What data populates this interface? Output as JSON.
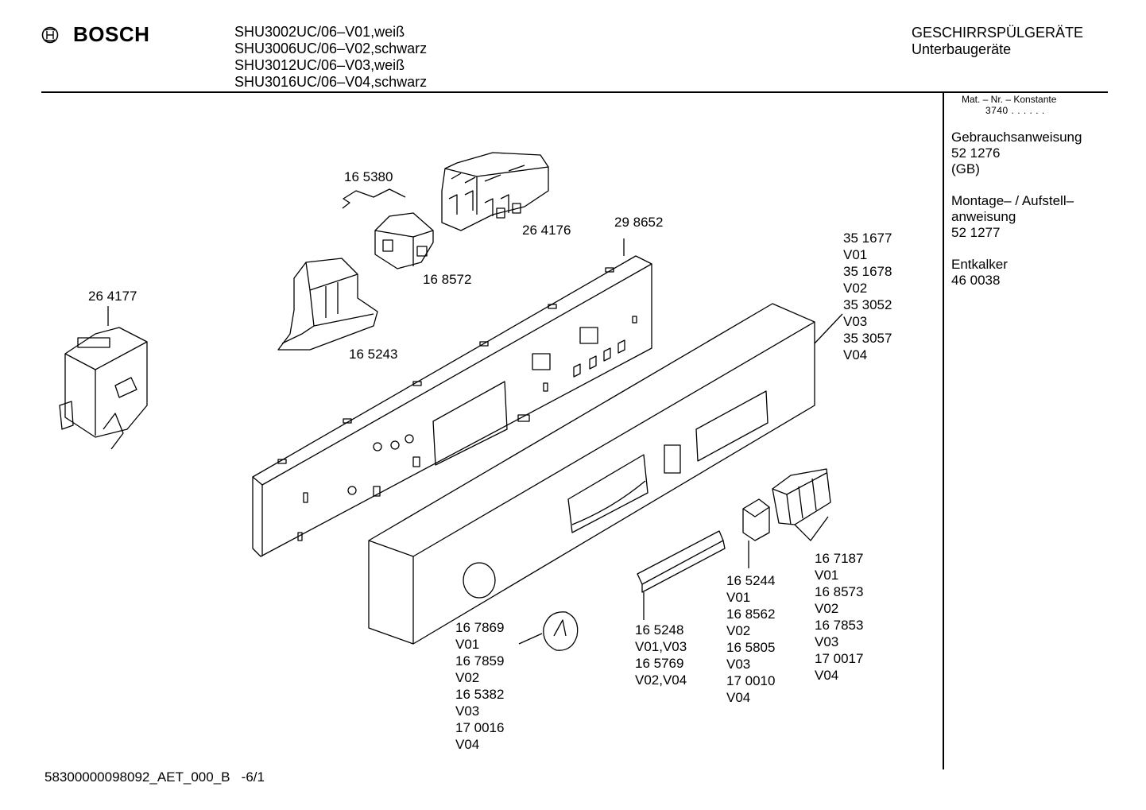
{
  "header": {
    "brand": "BOSCH",
    "models": [
      "SHU3002UC/06–V01,weiß",
      "SHU3006UC/06–V02,schwarz",
      "SHU3012UC/06–V03,weiß",
      "SHU3016UC/06–V04,schwarz"
    ],
    "category": "GESCHIRRSPÜLGERÄTE",
    "subcategory": "Unterbaugeräte"
  },
  "sidebar": {
    "mat_label": "Mat. – Nr. – Konstante",
    "mat_value": "3740 . . . . . .",
    "manual_title": "Gebrauchsanweisung",
    "manual_number": "52 1276",
    "manual_lang": "(GB)",
    "mounting_title_1": "Montage– / Aufstell–",
    "mounting_title_2": "anweisung",
    "mounting_number": "52 1277",
    "descaler_title": "Entkalker",
    "descaler_number": "46 0038"
  },
  "parts": {
    "p165380": "16 5380",
    "p264176": "26 4176",
    "p298652": "29 8652",
    "p168572": "16 8572",
    "p264177": "26 4177",
    "p165243": "16 5243",
    "panel_list": [
      "35 1677",
      "V01",
      "35 1678",
      "V02",
      "35 3052",
      "V03",
      "35 3057",
      "V04"
    ],
    "knob_list": [
      "16 7869",
      "V01",
      "16 7859",
      "V02",
      "16 5382",
      "V03",
      "17 0016",
      "V04"
    ],
    "bar_list": [
      "16 5248",
      "V01,V03",
      "16 5769",
      "V02,V04"
    ],
    "button_list": [
      "16 5244",
      "V01",
      "16 8562",
      "V02",
      "16 5805",
      "V03",
      "17 0010",
      "V04"
    ],
    "keys_list": [
      "16 7187",
      "V01",
      "16 8573",
      "V02",
      "16 7853",
      "V03",
      "17 0017",
      "V04"
    ]
  },
  "footer": {
    "code": "58300000098092_AET_000_B   -6/1"
  }
}
